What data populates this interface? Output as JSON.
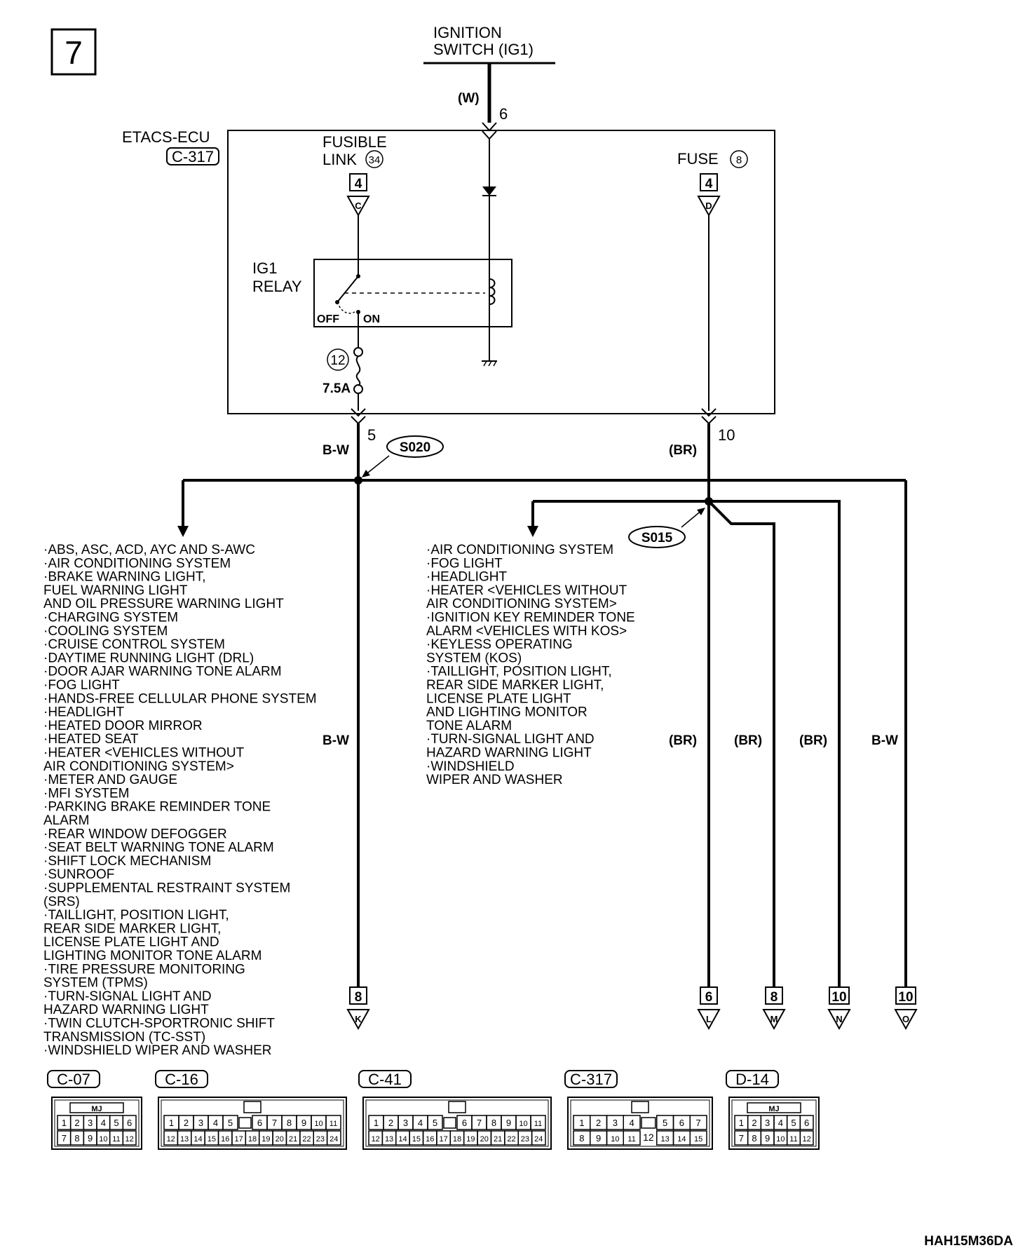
{
  "page_number": "7",
  "ignition_switch": [
    "IGNITION",
    "SWITCH (IG1)"
  ],
  "top_wire": {
    "color": "(W)",
    "pin": "6"
  },
  "ecu": {
    "name": "ETACS-ECU",
    "connector": "C-317"
  },
  "fusible_link": {
    "line1": "FUSIBLE",
    "line2": "LINK",
    "number": "34",
    "pin": "4",
    "letter": "C"
  },
  "fuse": {
    "label": "FUSE",
    "number": "8",
    "pin": "4",
    "letter": "D"
  },
  "relay": {
    "line1": "IG1",
    "line2": "RELAY",
    "off": "OFF",
    "on": "ON"
  },
  "fuse12": {
    "number": "12",
    "rating": "7.5A"
  },
  "left_out": {
    "pin": "5",
    "color": "B-W",
    "splice": "S020"
  },
  "right_out": {
    "pin": "10",
    "color": "(BR)",
    "splice": "S015"
  },
  "wire_colors": {
    "bw": "B-W",
    "br1": "(BR)",
    "br2": "(BR)",
    "br3": "(BR)",
    "bw2": "B-W"
  },
  "list_left": [
    "·ABS, ASC, ACD, AYC AND S-AWC",
    "·AIR CONDITIONING SYSTEM",
    "·BRAKE WARNING LIGHT,",
    " FUEL WARNING LIGHT",
    " AND OIL PRESSURE WARNING LIGHT",
    "·CHARGING SYSTEM",
    "·COOLING SYSTEM",
    "·CRUISE CONTROL SYSTEM",
    "·DAYTIME RUNNING LIGHT (DRL)",
    "·DOOR AJAR WARNING TONE ALARM",
    "·FOG LIGHT",
    "·HANDS-FREE CELLULAR PHONE SYSTEM",
    "·HEADLIGHT",
    "·HEATED DOOR MIRROR",
    "·HEATED SEAT",
    "·HEATER <VEHICLES WITHOUT",
    " AIR CONDITIONING SYSTEM>",
    "·METER AND GAUGE",
    "·MFI SYSTEM",
    "·PARKING BRAKE REMINDER TONE",
    " ALARM",
    "·REAR WINDOW DEFOGGER",
    "·SEAT BELT WARNING TONE ALARM",
    "·SHIFT LOCK MECHANISM",
    "·SUNROOF",
    "·SUPPLEMENTAL RESTRAINT SYSTEM",
    " (SRS)",
    "·TAILLIGHT, POSITION LIGHT,",
    " REAR SIDE MARKER LIGHT,",
    " LICENSE PLATE LIGHT AND",
    " LIGHTING MONITOR TONE ALARM",
    "·TIRE PRESSURE MONITORING",
    " SYSTEM (TPMS)",
    "·TURN-SIGNAL LIGHT AND",
    " HAZARD WARNING LIGHT",
    "·TWIN CLUTCH-SPORTRONIC SHIFT",
    " TRANSMISSION (TC-SST)",
    "·WINDSHIELD WIPER AND WASHER"
  ],
  "list_right": [
    "·AIR CONDITIONING SYSTEM",
    "·FOG LIGHT",
    "·HEADLIGHT",
    "·HEATER <VEHICLES WITHOUT",
    " AIR CONDITIONING SYSTEM>",
    "·IGNITION KEY REMINDER TONE",
    " ALARM <VEHICLES WITH KOS>",
    "·KEYLESS OPERATING",
    " SYSTEM (KOS)",
    "·TAILLIGHT, POSITION LIGHT,",
    " REAR SIDE MARKER LIGHT,",
    " LICENSE PLATE LIGHT",
    " AND LIGHTING MONITOR",
    " TONE ALARM",
    "·TURN-SIGNAL LIGHT AND",
    " HAZARD WARNING LIGHT",
    "·WINDSHIELD",
    " WIPER AND WASHER"
  ],
  "page_refs": [
    {
      "page": "8",
      "letter": "K"
    },
    {
      "page": "6",
      "letter": "L"
    },
    {
      "page": "8",
      "letter": "M"
    },
    {
      "page": "10",
      "letter": "N"
    },
    {
      "page": "10",
      "letter": "O"
    }
  ],
  "connectors": [
    {
      "id": "C-07",
      "mj": "MJ",
      "row1": [
        "1",
        "2",
        "3",
        "4",
        "5",
        "6"
      ],
      "row2": [
        "7",
        "8",
        "9",
        "10",
        "11",
        "12"
      ]
    },
    {
      "id": "C-16",
      "row1": [
        "1",
        "2",
        "3",
        "4",
        "5",
        "",
        "6",
        "7",
        "8",
        "9",
        "10",
        "11"
      ],
      "row2": [
        "12",
        "13",
        "14",
        "15",
        "16",
        "17",
        "18",
        "19",
        "20",
        "21",
        "22",
        "23",
        "24"
      ]
    },
    {
      "id": "C-41",
      "row1": [
        "1",
        "2",
        "3",
        "4",
        "5",
        "",
        "6",
        "7",
        "8",
        "9",
        "10",
        "11"
      ],
      "row2": [
        "12",
        "13",
        "14",
        "15",
        "16",
        "17",
        "18",
        "19",
        "20",
        "21",
        "22",
        "23",
        "24"
      ]
    },
    {
      "id": "C-317",
      "row1": [
        "1",
        "2",
        "3",
        "4",
        "",
        "5",
        "6",
        "7"
      ],
      "row2": [
        "8",
        "9",
        "10",
        "11",
        "12",
        "13",
        "14",
        "15"
      ]
    },
    {
      "id": "D-14",
      "mj": "MJ",
      "row1": [
        "1",
        "2",
        "3",
        "4",
        "5",
        "6"
      ],
      "row2": [
        "7",
        "8",
        "9",
        "10",
        "11",
        "12"
      ]
    }
  ],
  "figure_code": "HAH15M36DA"
}
